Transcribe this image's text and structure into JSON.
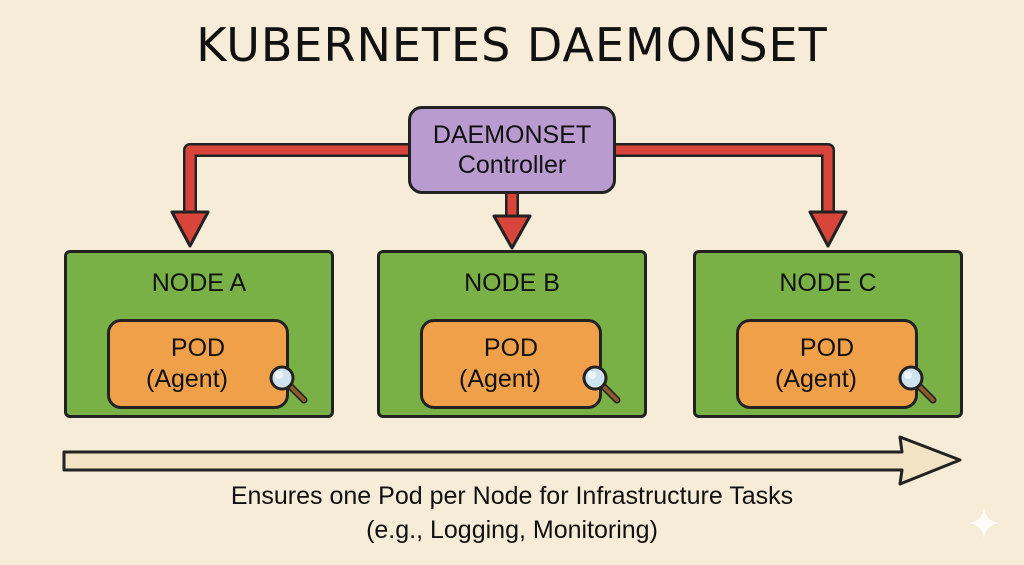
{
  "title": "KUBERNETES DAEMONSET",
  "controller": {
    "line1": "DAEMONSET",
    "line2": "Controller"
  },
  "nodes": [
    {
      "label": "NODE A",
      "pod": {
        "line1": "POD",
        "line2": "(Agent)"
      }
    },
    {
      "label": "NODE B",
      "pod": {
        "line1": "POD",
        "line2": "(Agent)"
      }
    },
    {
      "label": "NODE C",
      "pod": {
        "line1": "POD",
        "line2": "(Agent)"
      }
    }
  ],
  "caption": {
    "line1": "Ensures one Pod per Node for Infrastructure Tasks",
    "line2": "(e.g., Logging, Monitoring)"
  },
  "colors": {
    "background": "#f6ecd8",
    "controller": "#b99bcf",
    "node": "#79b147",
    "pod": "#f0a048",
    "arrow": "#d9453b",
    "timeline": "#f1e3c4"
  },
  "icons": [
    "magnifying-glass-icon",
    "sparkle-icon"
  ]
}
